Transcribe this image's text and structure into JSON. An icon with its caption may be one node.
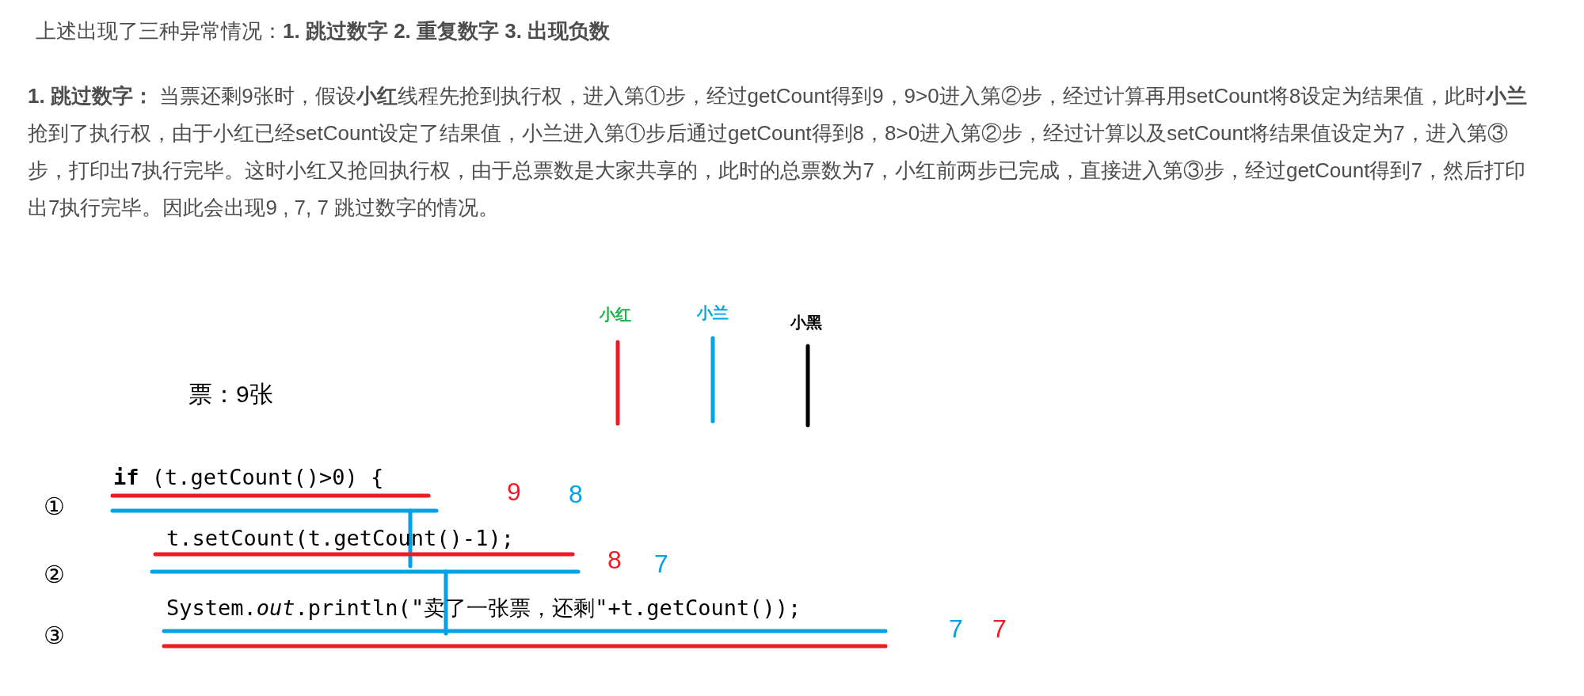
{
  "diagram": {
    "labels": [
      "上述出现了三种异常情况：**1. 跳过数字  2. 重复数字  3. 出现负数**",
      "**1. 跳过数字：** 当票还剩9张时，假设**小红**线程先抢到执行权，进入第①步，经过getCount得到9，9>0进入第②步，经过计算再用setCount将8设定为结果值，此时**小兰**抢到了执行权，由于小红已经setCount设定了结果值，小兰进入第①步后通过getCount得到8，8>0进入第②步，经过计算以及setCount将结果值设定为7，进入第③步，打印出7执行完毕。这时小红又抢回执行权，由于总票数是大家共享的，此时的总票数为7，小红前两步已完成，直接进入第③步，经过getCount得到7，然后打印出7执行完毕。因此会出现9 , 7, 7 跳过数字的情况。",
      "小红",
      "小兰",
      "小黑",
      "票：9张",
      "①",
      "**if** (t.getCount()>0) {",
      "9",
      "8",
      "②",
      "t.setCount(t.getCount()-1);",
      "8",
      "7",
      "③",
      "System.*out*.println(\"卖了一张票，还剩\"+t.getCount());",
      "7",
      "7"
    ]
  }
}
